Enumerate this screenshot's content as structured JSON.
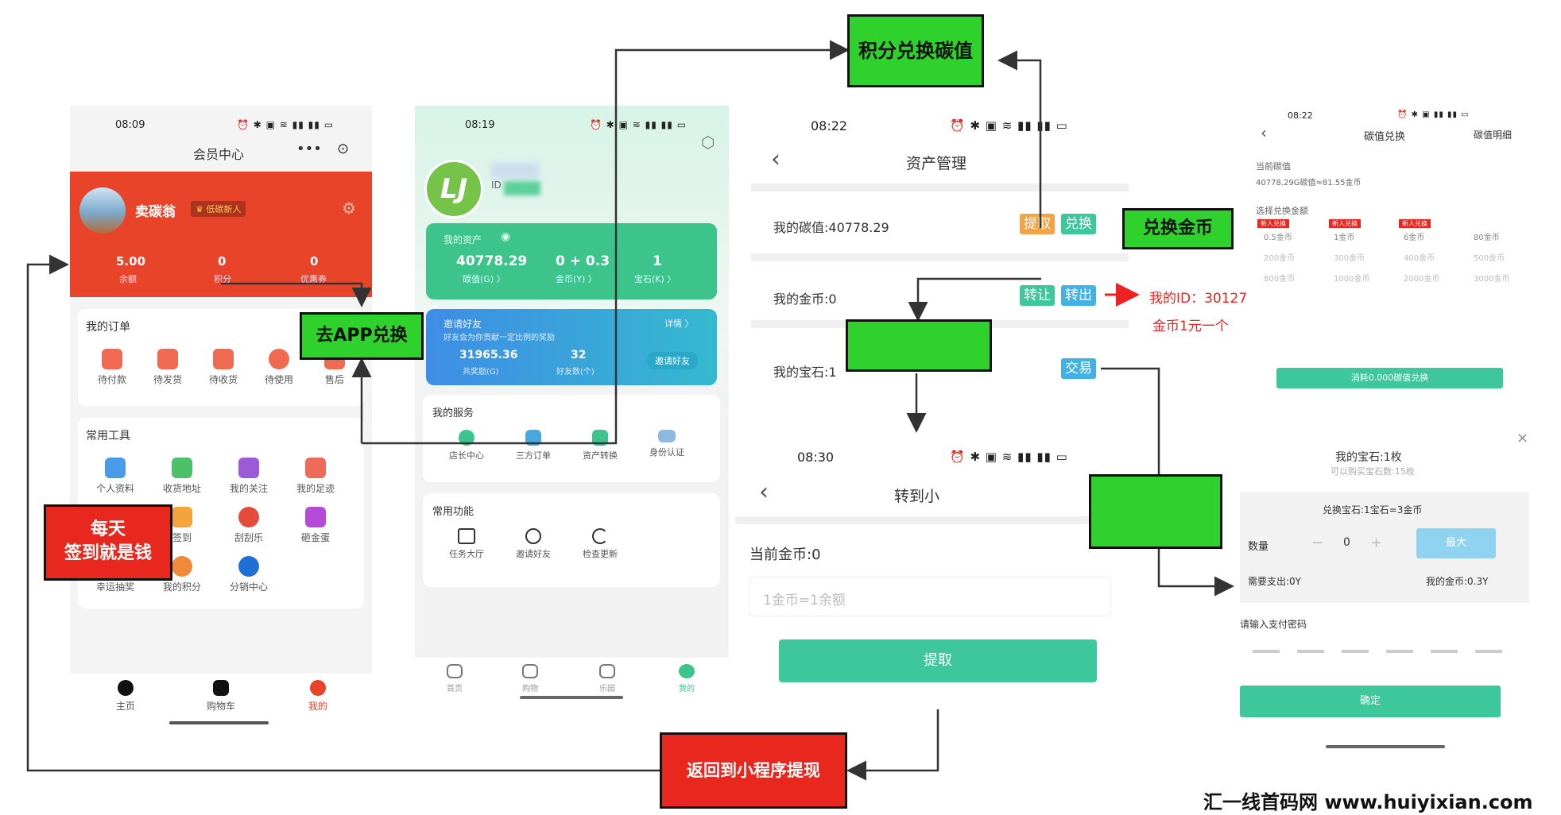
{
  "phone1": {
    "time": "08:09",
    "title": "会员中心",
    "username": "卖碳翁",
    "badge": "♛ 低碳新人",
    "stats": [
      {
        "value": "5.00",
        "label": "余额"
      },
      {
        "value": "0",
        "label": "积分"
      },
      {
        "value": "0",
        "label": "优惠券"
      }
    ],
    "orders_title": "我的订单",
    "orders": [
      "待付款",
      "待发货",
      "待收货",
      "待使用",
      "售后"
    ],
    "tools_title": "常用工具",
    "tools_row1": [
      "个人资料",
      "收货地址",
      "我的关注",
      "我的足迹"
    ],
    "tools_row2": [
      "签到",
      "刮刮乐",
      "砸金蛋"
    ],
    "tools_row3": [
      "幸运抽奖",
      "我的积分",
      "分销中心"
    ],
    "nav": [
      "主页",
      "购物车",
      "我的"
    ]
  },
  "phone2": {
    "time": "08:19",
    "id_label": "ID",
    "assets_title": "我的资产",
    "assets": [
      {
        "value": "40778.29",
        "label": "碳值(G) 〉"
      },
      {
        "value": "0 + 0.3",
        "label": "金币(Y) 〉"
      },
      {
        "value": "1",
        "label": "宝石(K) 〉"
      }
    ],
    "invite_title": "邀请好友",
    "invite_detail": "详情 〉",
    "invite_sub": "好友会为你贡献一定比例的奖励",
    "invite_stats": [
      {
        "value": "31965.36",
        "label": "共奖励(G)"
      },
      {
        "value": "32",
        "label": "好友数(个)"
      }
    ],
    "invite_button": "邀请好友",
    "services_title": "我的服务",
    "services": [
      "店长中心",
      "三方订单",
      "资产转换",
      "身份认证"
    ],
    "functions_title": "常用功能",
    "functions": [
      "任务大厅",
      "邀请好友",
      "检查更新"
    ],
    "nav": [
      "首页",
      "购物",
      "乐园",
      "我的"
    ]
  },
  "phone3": {
    "time": "08:22",
    "title": "资产管理",
    "carbon": "我的碳值:40778.29",
    "withdraw": "提取",
    "exchange": "兑换",
    "gold": "我的金币:0",
    "transfer": "转让",
    "transfer_out": "转出",
    "gem": "我的宝石:1",
    "trade": "交易"
  },
  "phone4": {
    "time": "08:30",
    "title": "转到小",
    "current_gold": "当前金币:0",
    "input_placeholder": "1金币=1余额",
    "button": "提取"
  },
  "phone5": {
    "time": "08:22",
    "title": "碳值兑换",
    "detail_link": "碳值明细",
    "current_label": "当前碳值",
    "current_value": "40778.29G碳值≈81.55金币",
    "choose_label": "选择兑换金额",
    "new_tag": "新人兑换",
    "amounts": [
      "0.5金币",
      "1金币",
      "6金币",
      "80金币",
      "200金币",
      "300金币",
      "400金币",
      "500金币",
      "800金币",
      "1000金币",
      "2000金币",
      "3000金币"
    ],
    "consume_button": "消耗0.000碳值兑换"
  },
  "phone6": {
    "title": "我的宝石:1枚",
    "sub": "可以购买宝石数:15枚",
    "rate": "兑换宝石:1宝石=3金币",
    "qty_label": "数量",
    "qty_value": "0",
    "max_button": "最大",
    "need": "需要支出:0Y",
    "my_gold": "我的金币:0.3Y",
    "password_label": "请输入支付密码",
    "confirm": "确定",
    "close": "×"
  },
  "annotations": {
    "jifen": "积分兑换碳值",
    "goapp": "去APP兑换",
    "gold": "兑换金币",
    "daily_line1": "每天",
    "daily_line2": "签到就是钱",
    "back": "返回到小程序提现",
    "myid": "我的ID：30127",
    "price": "金币1元一个"
  },
  "watermark": "汇一线首码网 www.huiyixian.com",
  "colors": {
    "accent_red": "#e8442a",
    "app_green": "#3cc48c",
    "label_green": "#2fd12c",
    "label_red": "#e8281e"
  }
}
